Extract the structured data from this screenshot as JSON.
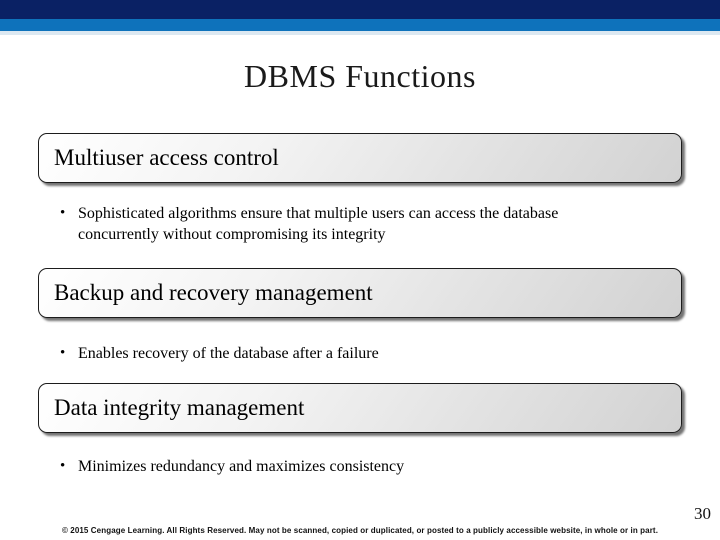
{
  "slide": {
    "title": "DBMS Functions",
    "bullet_char": "•",
    "sections": [
      {
        "heading": "Multiuser access control",
        "bullets": [
          "Sophisticated algorithms ensure that multiple users can access the database concurrently without compromising its integrity"
        ]
      },
      {
        "heading": "Backup and recovery management",
        "bullets": [
          "Enables recovery of the database after a failure"
        ]
      },
      {
        "heading": "Data integrity management",
        "bullets": [
          "Minimizes redundancy and maximizes consistency"
        ]
      }
    ],
    "footer": "© 2015 Cengage Learning. All Rights Reserved. May not be scanned, copied or duplicated, or posted to a publicly accessible website, in whole or in part.",
    "page_number": "30",
    "colors": {
      "header_navy": "#0a2164",
      "header_blue": "#0e72bb",
      "header_pale": "#dce8f1",
      "box_gradient_start": "#ffffff",
      "box_gradient_end": "#d2d2d2",
      "box_border": "#1c1c1c"
    }
  }
}
